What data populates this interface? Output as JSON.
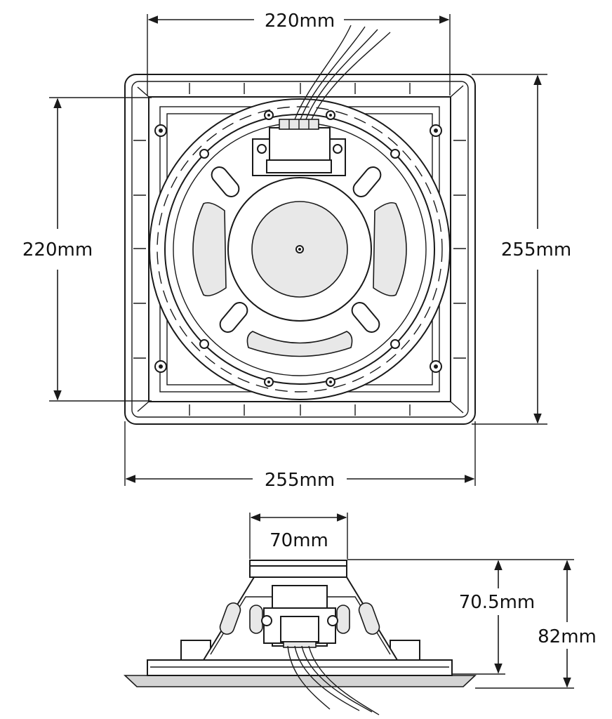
{
  "top_view": {
    "width_inner": "220mm",
    "height_inner": "220mm",
    "height_outer": "255mm",
    "width_outer": "255mm"
  },
  "side_view": {
    "magnet_width": "70mm",
    "depth_body": "70.5mm",
    "depth_total": "82mm"
  }
}
